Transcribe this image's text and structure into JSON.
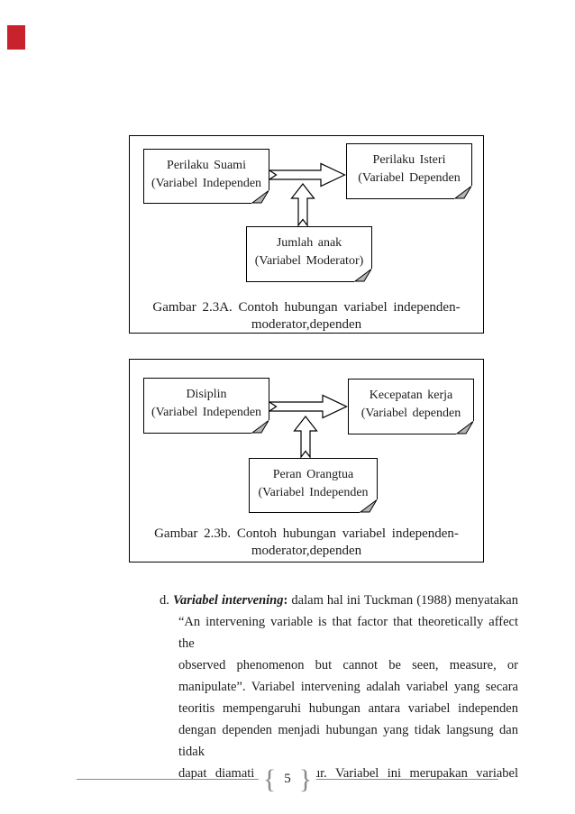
{
  "marker": {
    "color": "#c8232c",
    "css": "background:#c8232c"
  },
  "figure_a": {
    "box_independent": {
      "line1": "Perilaku Suami",
      "line2": "(Variabel Independen"
    },
    "box_dependent": {
      "line1": "Perilaku Isteri",
      "line2": "(Variabel Dependen"
    },
    "box_moderator": {
      "line1": "Jumlah anak",
      "line2": "(Variabel Moderator)"
    },
    "caption": {
      "line1": "Gambar 2.3A. Contoh hubungan variabel independen-",
      "line2": "moderator,dependen"
    }
  },
  "figure_b": {
    "box_independent": {
      "line1": "Disiplin",
      "line2": "(Variabel Independen"
    },
    "box_dependent": {
      "line1": "Kecepatan kerja",
      "line2": "(Variabel dependen"
    },
    "box_moderator": {
      "line1": "Peran Orangtua",
      "line2": "(Variabel Independen"
    },
    "caption": {
      "line1": "Gambar 2.3b. Contoh hubungan variabel independen-",
      "line2": "moderator,dependen"
    }
  },
  "paragraph": {
    "item_label": "d.",
    "term": "Variabel intervening",
    "term_colon": ":",
    "line1_rest": "dalam hal ini Tuckman (1988) menyatakan",
    "lines": [
      "“An intervening variable is that factor that theoretically affect the",
      "observed phenomenon but cannot be seen, measure, or",
      "manipulate”. Variabel intervening adalah variabel yang secara",
      "teoritis mempengaruhi hubungan antara variabel independen",
      "dengan dependen menjadi hubungan yang tidak langsung dan tidak",
      "dapat diamati dan diukur. Variabel ini merupakan variabel"
    ]
  },
  "footer": {
    "page_number": "5",
    "brace_left": "{",
    "brace_right": "}"
  }
}
